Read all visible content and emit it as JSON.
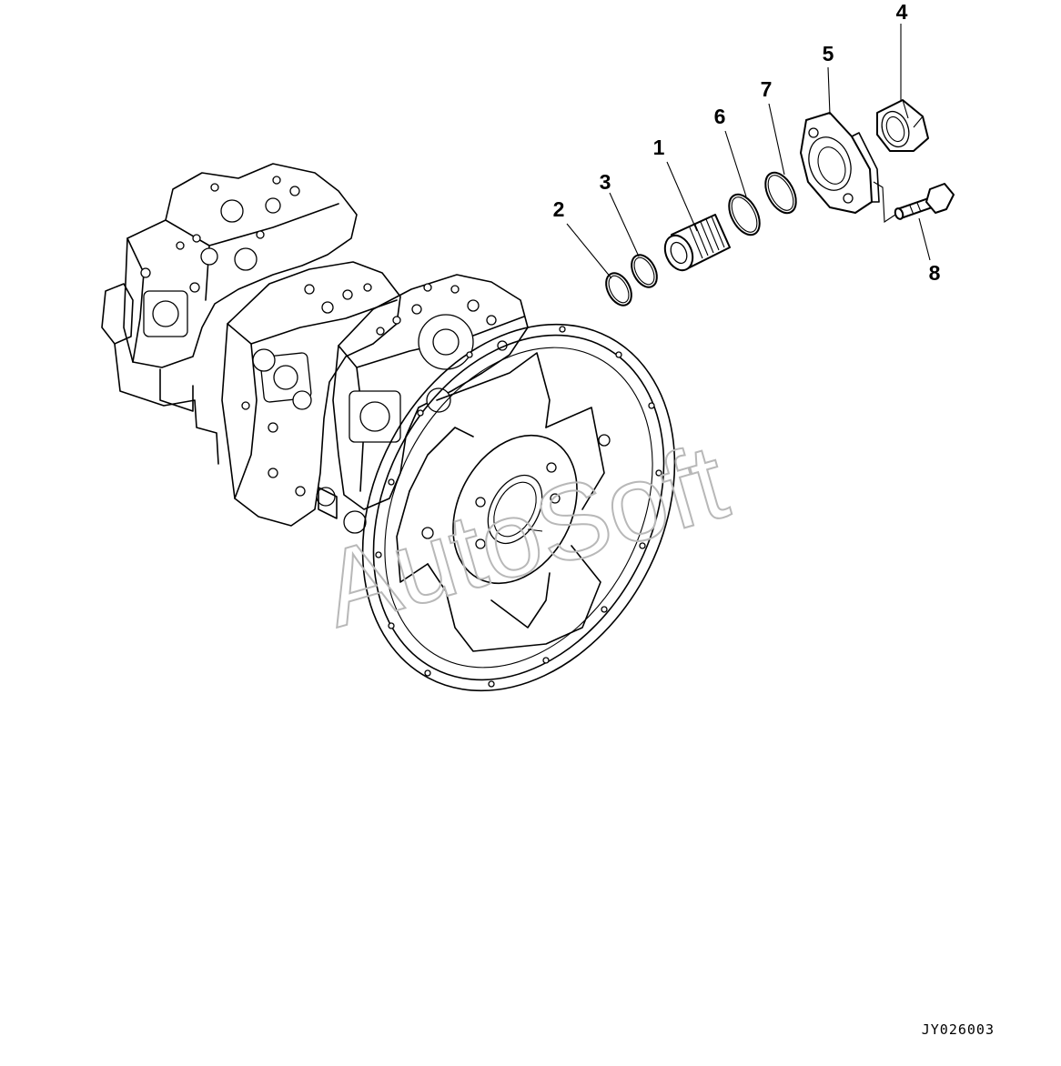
{
  "callouts": [
    {
      "id": "c1",
      "text": "1"
    },
    {
      "id": "c2",
      "text": "2"
    },
    {
      "id": "c3",
      "text": "3"
    },
    {
      "id": "c4",
      "text": "4"
    },
    {
      "id": "c5",
      "text": "5"
    },
    {
      "id": "c6",
      "text": "6"
    },
    {
      "id": "c7",
      "text": "7"
    },
    {
      "id": "c8",
      "text": "8"
    }
  ],
  "drawing_code": "JY026003",
  "watermark": "AutoSoft"
}
